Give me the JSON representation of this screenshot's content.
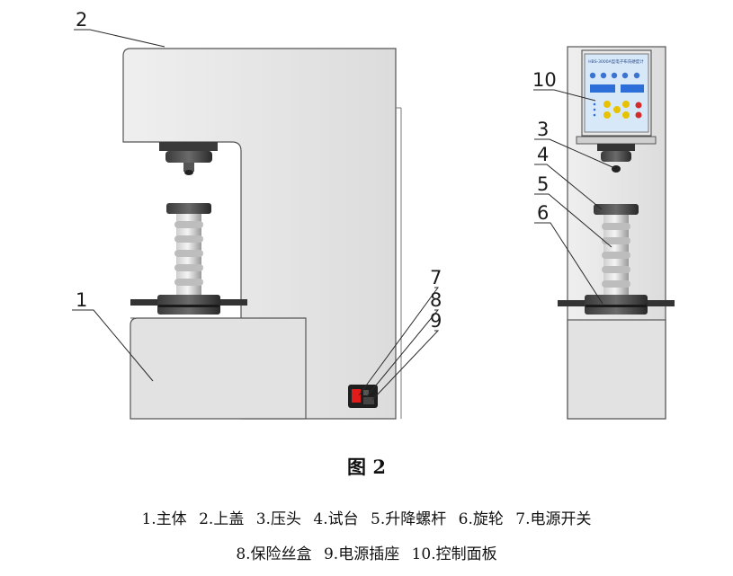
{
  "figure": {
    "title": "图 2",
    "callouts": {
      "c1": "1",
      "c2": "2",
      "c3": "3",
      "c4": "4",
      "c5": "5",
      "c6": "6",
      "c7": "7",
      "c8": "8",
      "c9": "9",
      "c10": "10"
    },
    "panel_title": "HBS-3000A型电子布氏硬度计"
  },
  "legend": {
    "line1": [
      "1.主体",
      "2.上盖",
      "3.压头",
      "4.试台",
      "5.升降螺杆",
      "6.旋轮",
      "7.电源开关"
    ],
    "line2": [
      "8.保险丝盒",
      "9.电源插座",
      "10.控制面板"
    ]
  },
  "colors": {
    "body": "#e6e6e6",
    "body_edge": "#555555",
    "screen": "#2c6fd8",
    "panel_bg": "#d7e8f8",
    "power_switch": "#e11a1a",
    "dark_metal": "#222222"
  }
}
